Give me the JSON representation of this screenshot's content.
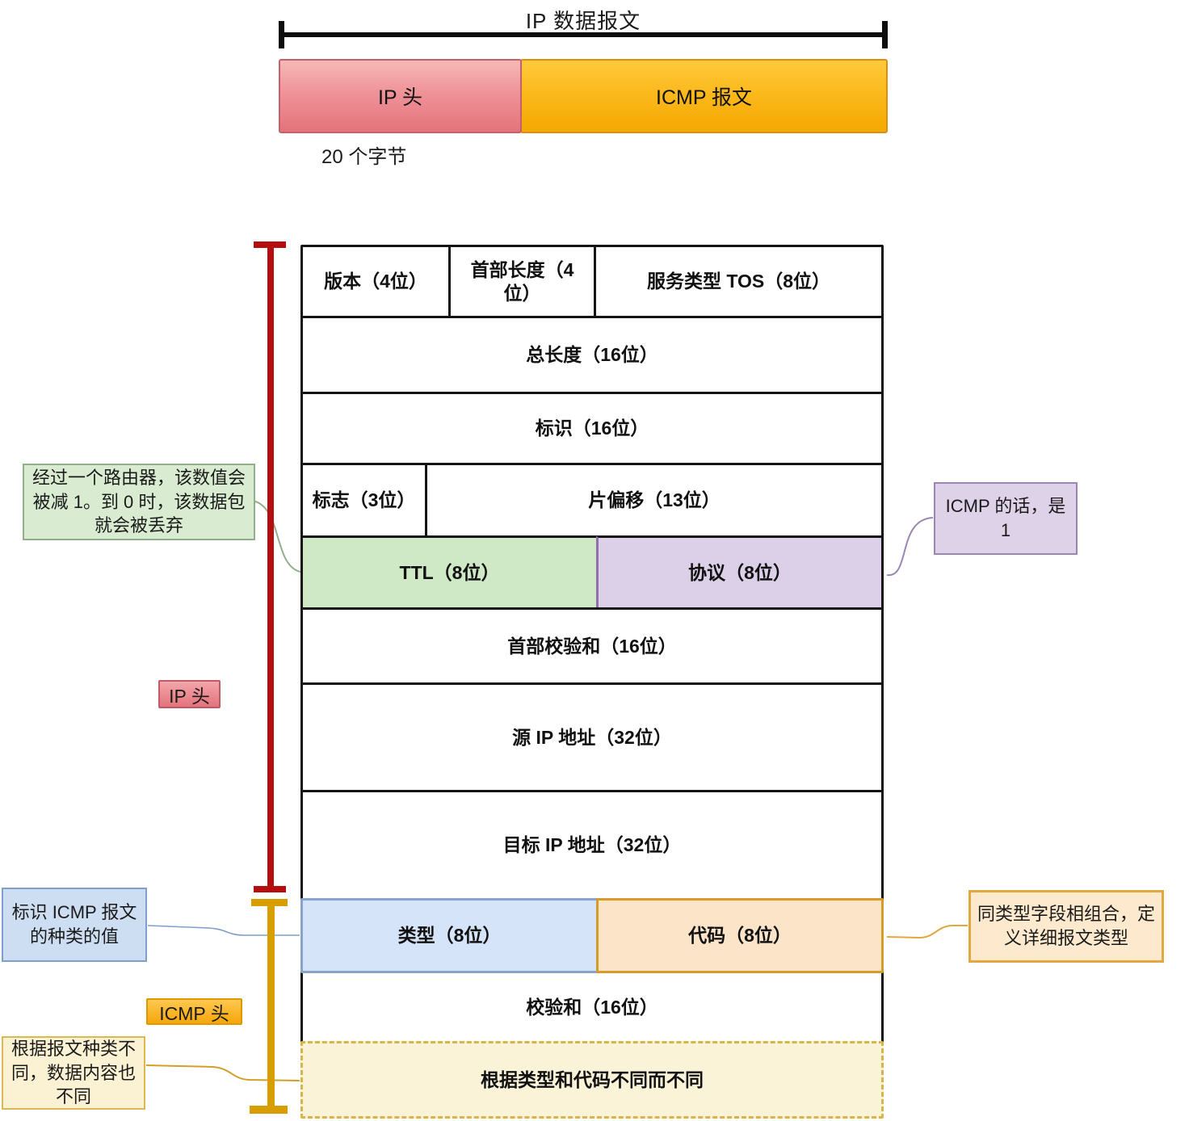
{
  "header": {
    "title": "IP 数据报文",
    "ip_box_label": "IP 头",
    "icmp_box_label": "ICMP 报文",
    "bytes_note": "20 个字节"
  },
  "table": {
    "rows": [
      {
        "cells": [
          {
            "label": "版本（4位）"
          },
          {
            "label": "首部长度（4位）"
          },
          {
            "label": "服务类型 TOS（8位）"
          }
        ]
      },
      {
        "cells": [
          {
            "label": "总长度（16位）"
          }
        ]
      },
      {
        "cells": [
          {
            "label": "标识（16位）"
          }
        ]
      },
      {
        "cells": [
          {
            "label": "标志（3位）"
          },
          {
            "label": "片偏移（13位）"
          }
        ]
      },
      {
        "cells": [
          {
            "label": "TTL（8位）"
          },
          {
            "label": "协议（8位）"
          }
        ]
      },
      {
        "cells": [
          {
            "label": "首部校验和（16位）"
          }
        ]
      },
      {
        "cells": [
          {
            "label": "源 IP 地址（32位）"
          }
        ]
      },
      {
        "cells": [
          {
            "label": "目标 IP 地址（32位）"
          }
        ]
      },
      {
        "cells": [
          {
            "label": "类型（8位）"
          },
          {
            "label": "代码（8位）"
          }
        ]
      },
      {
        "cells": [
          {
            "label": "校验和（16位）"
          }
        ]
      },
      {
        "cells": [
          {
            "label": "根据类型和代码不同而不同"
          }
        ]
      }
    ]
  },
  "annotations": {
    "ttl_note": "经过一个路由器，该数值会被减 1。到 0 时，该数据包就会被丢弃",
    "ip_header_tag": "IP 头",
    "type_note": "标识 ICMP 报文的种类的值",
    "icmp_header_tag": "ICMP 头",
    "data_note": "根据报文种类不同，数据内容也不同",
    "protocol_note": "ICMP 的话，是 1",
    "code_note": "同类型字段相组合，定义详细报文类型"
  },
  "colors": {
    "ip_header_fill": "#e4737b",
    "icmp_message_fill": "#f5a700",
    "ttl_fill": "#cfe8c6",
    "protocol_fill": "#dcd0e9",
    "type_fill": "#d5e4f8",
    "code_fill": "#fce4c9",
    "icmp_data_fill": "#faf3d8",
    "ip_bracket": "#b40e10",
    "icmp_bracket": "#d89e00"
  }
}
